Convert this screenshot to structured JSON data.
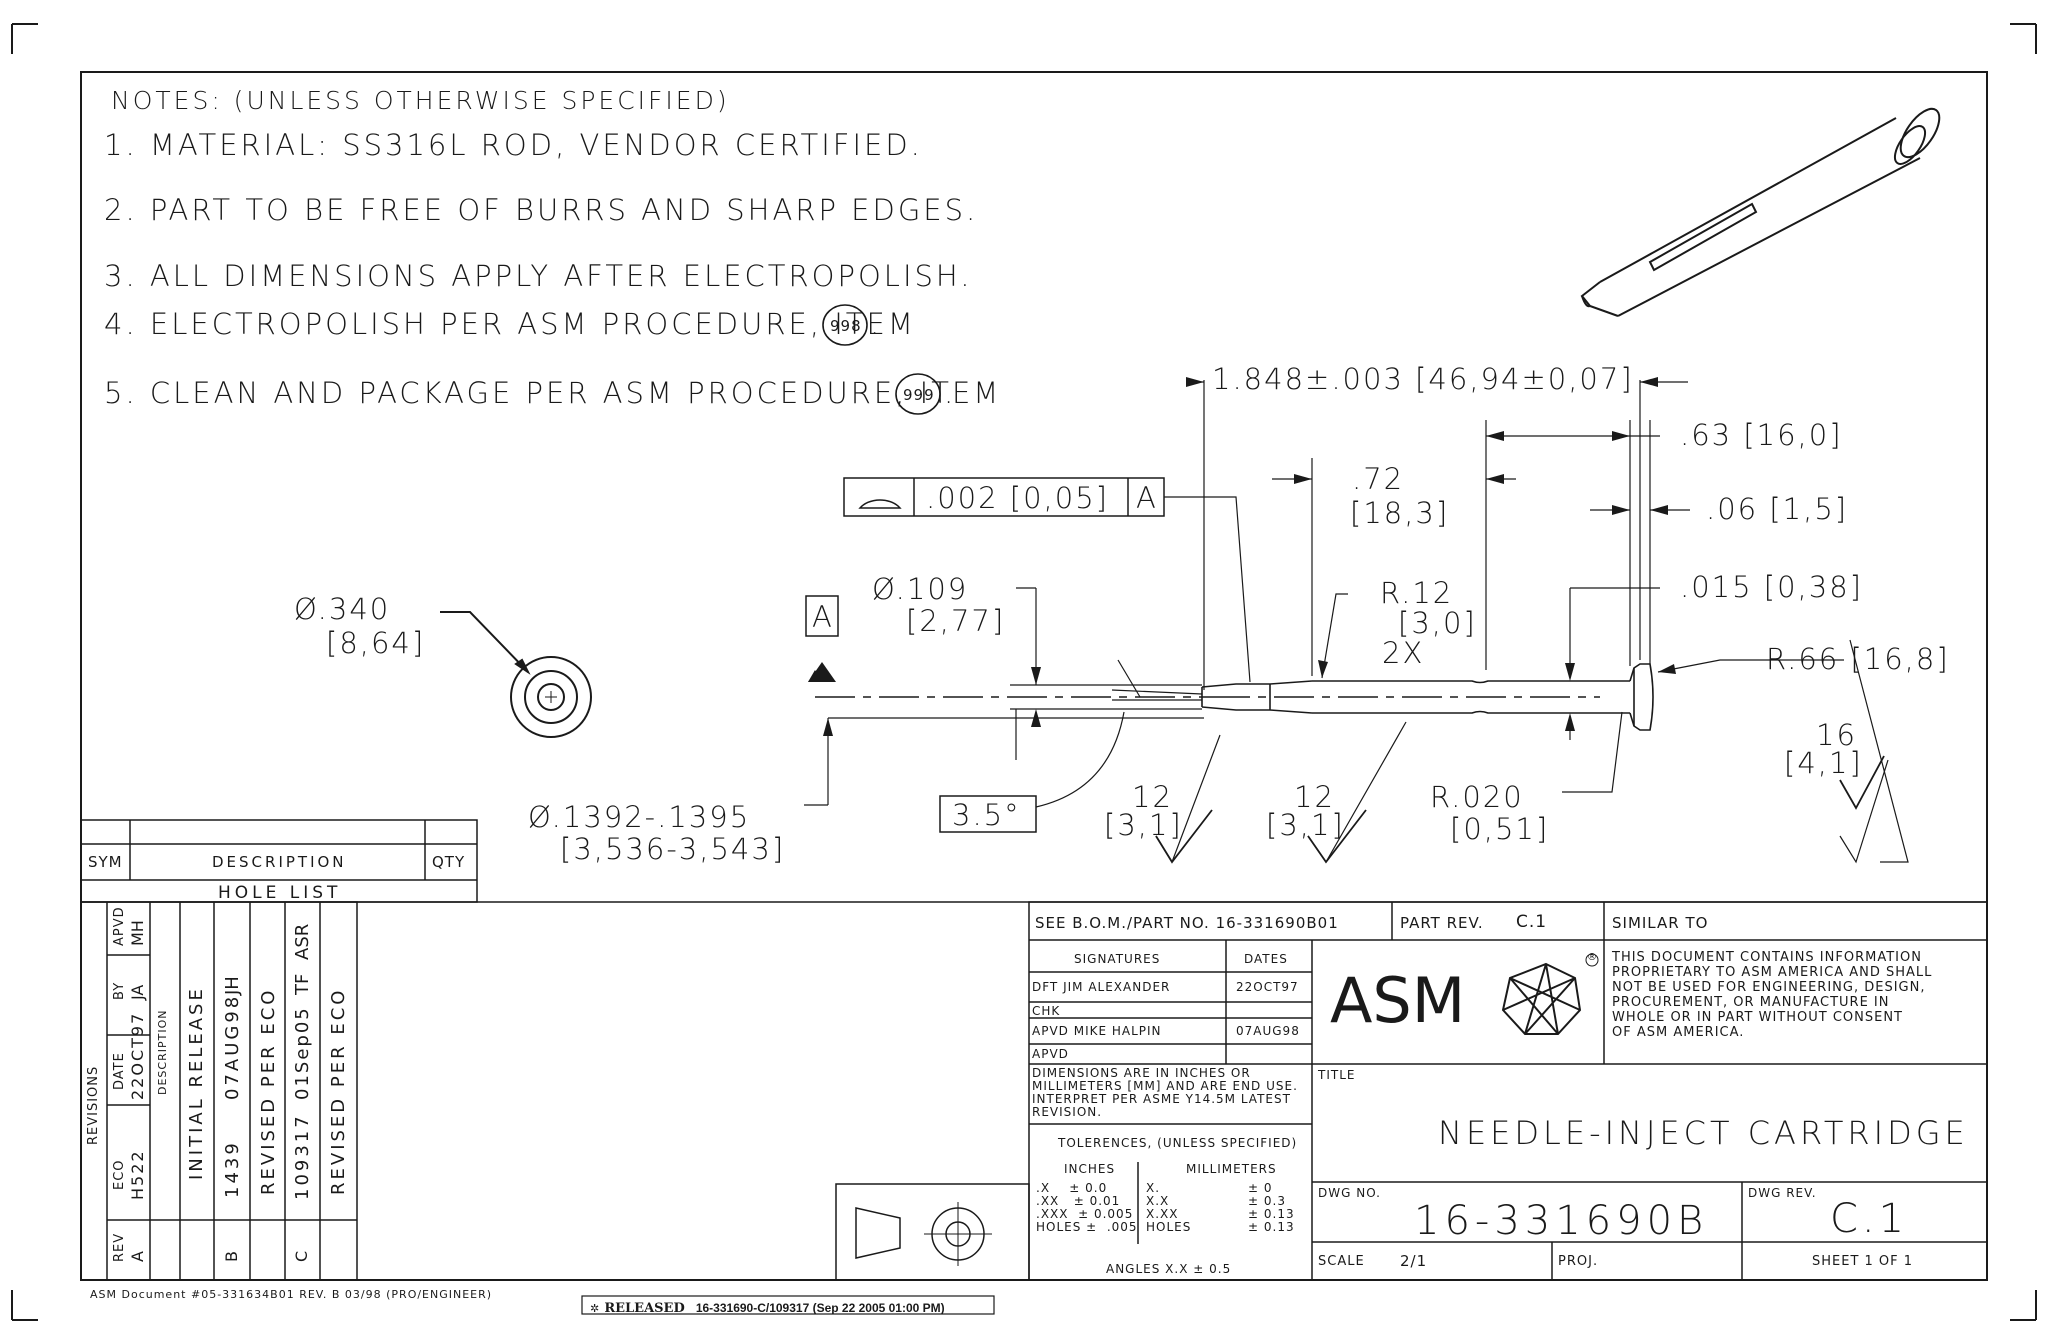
{
  "notes": {
    "header": "NOTES: (UNLESS OTHERWISE SPECIFIED)",
    "items": [
      "1. MATERIAL: SS316L ROD, VENDOR CERTIFIED.",
      "2. PART TO BE FREE OF BURRS AND SHARP EDGES.",
      "3. ALL DIMENSIONS APPLY AFTER ELECTROPOLISH.",
      "4. ELECTROPOLISH PER ASM PROCEDURE, ITEM",
      "5. CLEAN AND PACKAGE PER ASM PROCEDURE, ITEM"
    ],
    "item4_ref": "998",
    "item5_ref": "999",
    "period": "."
  },
  "dimensions": {
    "overall": "1.848±.003 [46,94±0,07]",
    "d063": ".63 [16,0]",
    "d072_in": ".72",
    "d072_mm": "[18,3]",
    "d006": ".06 [1,5]",
    "d015": ".015 [0,38]",
    "r012_in": "R.12",
    "r012_mm": "[3,0]",
    "r012_qty": "2X",
    "r066": "R.66 [16,8]",
    "d109_in": "Ø.109",
    "d109_mm": "[2,77]",
    "d340_in": "Ø.340",
    "d340_mm": "[8,64]",
    "d1392_in": "Ø.1392-.1395",
    "d1392_mm": "[3,536-3,543]",
    "r020_in": "R.020",
    "r020_mm": "[0,51]",
    "angle": "3.5°",
    "fcf_tol": ".002 [0,05]",
    "fcf_datum": "A",
    "datum_a": "A",
    "finish_12": "12",
    "finish_12_mm": "[3,1]",
    "finish_16": "16",
    "finish_16_mm": "[4,1]"
  },
  "hole_list": {
    "col_sym": "SYM",
    "col_desc": "DESCRIPTION",
    "col_qty": "QTY",
    "title": "HOLE LIST"
  },
  "revisions": {
    "title": "REVISIONS",
    "headers": {
      "rev": "REV",
      "eco": "ECO",
      "date": "DATE",
      "by": "BY",
      "apvd": "APVD",
      "desc": "DESCRIPTION"
    },
    "rows": [
      {
        "rev": "A",
        "eco": "H522",
        "date": "22OCT97",
        "by": "JA",
        "apvd": "MH",
        "desc": "INITIAL RELEASE"
      },
      {
        "rev": "B",
        "eco": "1439",
        "date": "07AUG98",
        "by": "JH",
        "apvd": "",
        "desc": "REVISED PER ECO"
      },
      {
        "rev": "C",
        "eco": "109317",
        "date": "01Sep05",
        "by": "TF",
        "apvd": "ASR",
        "desc": "REVISED PER ECO"
      }
    ]
  },
  "title_block": {
    "see_bom": "SEE B.O.M./PART NO. 16-331690B01",
    "part_rev_label": "PART REV.",
    "part_rev": "C.1",
    "similar_to": "SIMILAR TO",
    "signatures_label": "SIGNATURES",
    "dates_label": "DATES",
    "dft": "DFT  JIM ALEXANDER",
    "dft_date": "22OCT97",
    "chk": "CHK",
    "apvd": "APVD  MIKE HALPIN",
    "apvd_date": "07AUG98",
    "apvd2": "APVD",
    "dims_note": [
      "DIMENSIONS ARE IN INCHES OR",
      "MILLIMETERS [MM] AND ARE END USE.",
      "INTERPRET PER ASME Y14.5M LATEST",
      "REVISION."
    ],
    "tol_header": "TOLERENCES, (UNLESS SPECIFIED)",
    "inches": "INCHES",
    "millimeters": "MILLIMETERS",
    "tol_in": [
      ".X    ± 0.0",
      ".XX   ± 0.01",
      ".XXX  ± 0.005",
      "HOLES ±  .005"
    ],
    "tol_mm_lbl": [
      "X.",
      "X.X",
      "X.XX",
      "HOLES"
    ],
    "tol_mm_val": [
      "± 0",
      "± 0.3",
      "± 0.13",
      "± 0.13"
    ],
    "angles": "ANGLES X.X  ± 0.5",
    "logo": "ASM",
    "registered": "®",
    "proprietary": [
      "THIS DOCUMENT CONTAINS INFORMATION",
      "PROPRIETARY TO ASM AMERICA AND SHALL",
      "NOT BE USED FOR ENGINEERING, DESIGN,",
      "PROCUREMENT, OR MANUFACTURE IN",
      "WHOLE OR IN PART WITHOUT CONSENT",
      "OF ASM AMERICA."
    ],
    "title_label": "TITLE",
    "title": "NEEDLE-INJECT CARTRIDGE",
    "dwg_no_label": "DWG NO.",
    "dwg_no": "16-331690B",
    "dwg_rev_label": "DWG REV.",
    "dwg_rev": "C.1",
    "scale_label": "SCALE",
    "scale": "2/1",
    "proj": "PROJ.",
    "sheet": "SHEET 1 OF 1"
  },
  "footer": {
    "asm_document": "ASM Document #05-331634B01 REV. B 03/98 (PRO/ENGINEER)",
    "released": "RELEASED",
    "released_info": "16-331690-C/109317 (Sep 22 2005 01:00 PM)"
  }
}
